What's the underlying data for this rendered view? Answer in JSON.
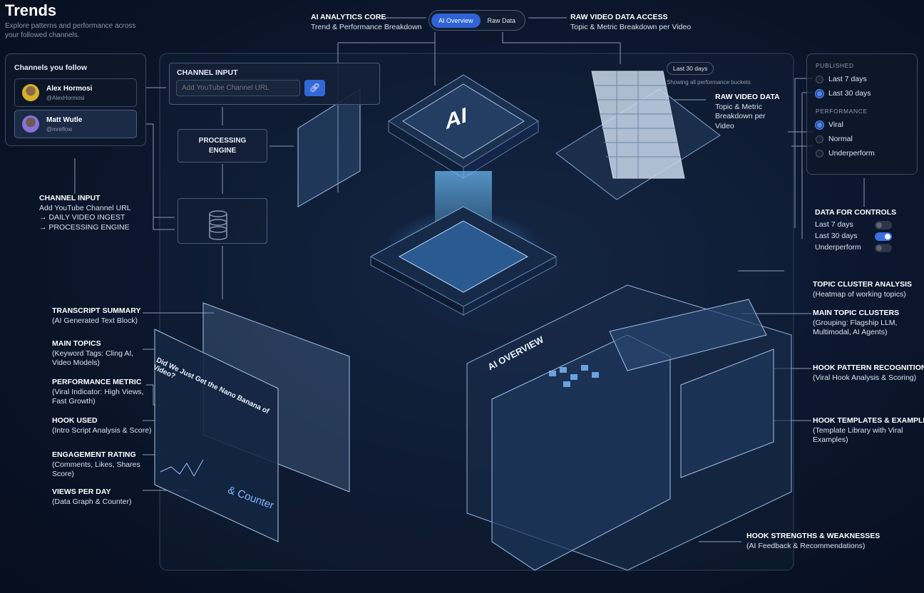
{
  "header": {
    "title": "Trends",
    "subtitle": "Explore patterns and performance across your followed channels."
  },
  "tabs": [
    {
      "label": "AI Overview",
      "active": true
    },
    {
      "label": "Raw Data",
      "active": false
    }
  ],
  "channels": {
    "title": "Channels you follow",
    "items": [
      {
        "name": "Alex Hormosi",
        "handle": "@AlexHormosi"
      },
      {
        "name": "Matt Wutle",
        "handle": "@mreflow"
      }
    ]
  },
  "channel_input": {
    "title": "CHANNEL INPUT",
    "placeholder": "Add YouTube Channel URL",
    "link_icon": "link-icon"
  },
  "processing": {
    "title": "PROCESSING ENGINE"
  },
  "center": {
    "chip_label": "AI",
    "ai_overview": "AI OVERVIEW",
    "video_title": "Did We Just Get the Nano Banana of Video?",
    "counter": "& Counter"
  },
  "filter_chip": {
    "label": "Last 30 days",
    "note": "Showing all performance buckets"
  },
  "filters": {
    "published_title": "PUBLISHED",
    "published": [
      {
        "label": "Last 7 days",
        "selected": false
      },
      {
        "label": "Last 30 days",
        "selected": true
      }
    ],
    "performance_title": "PERFORMANCE",
    "performance": [
      {
        "label": "Viral",
        "selected": true
      },
      {
        "label": "Normal",
        "selected": false
      },
      {
        "label": "Underperform",
        "selected": false
      }
    ]
  },
  "controls": {
    "title": "DATA FOR CONTROLS",
    "items": [
      {
        "label": "Last 7 days",
        "on": false
      },
      {
        "label": "Last 30 days",
        "on": true
      },
      {
        "label": "Underperform",
        "on": false
      }
    ]
  },
  "annotations": {
    "core": {
      "title": "AI ANALYTICS CORE",
      "desc": "Trend & Performance Breakdown"
    },
    "raw_access": {
      "title": "RAW VIDEO DATA ACCESS",
      "desc": "Topic & Metric Breakdown per Video"
    },
    "raw_data": {
      "title": "RAW VIDEO DATA",
      "desc": "Topic & Metric Breakdown per Video"
    },
    "channel_input": {
      "title": "CHANNEL INPUT",
      "l1": "Add YouTube Channel URL",
      "l2": "→ DAILY VIDEO INGEST",
      "l3": "→ PROCESSING ENGINE"
    },
    "transcript": {
      "title": "TRANSCRIPT SUMMARY",
      "desc": "(AI Generated Text Block)"
    },
    "topics": {
      "title": "MAIN TOPICS",
      "desc": "(Keyword Tags: Cling AI, Video Models)"
    },
    "performance": {
      "title": "PERFORMANCE METRIC",
      "desc": "(Viral Indicator: High Views, Fast Growth)"
    },
    "hook": {
      "title": "HOOK USED",
      "desc": "(Intro Script Analysis & Score)"
    },
    "engagement": {
      "title": "ENGAGEMENT RATING",
      "desc": "(Comments, Likes, Shares Score)"
    },
    "views": {
      "title": "VIEWS PER DAY",
      "desc": "(Data Graph & Counter)"
    },
    "topic_cluster": {
      "title": "TOPIC CLUSTER ANALYSIS",
      "desc": "(Heatmap of working topics)"
    },
    "main_clusters": {
      "title": "MAIN TOPIC CLUSTERS",
      "desc": "(Grouping: Flagship LLM, Multimodal, AI Agents)"
    },
    "hook_pattern": {
      "title": "HOOK PATTERN RECOGNITION",
      "desc": "(Viral Hook Analysis & Scoring)"
    },
    "hook_templates": {
      "title": "HOOK TEMPLATES & EXAMPLES",
      "desc": "(Template Library with Viral Examples)"
    },
    "hook_strengths": {
      "title": "HOOK STRENGTHS & WEAKNESSES",
      "desc": "(AI Feedback & Recommendations)"
    }
  }
}
